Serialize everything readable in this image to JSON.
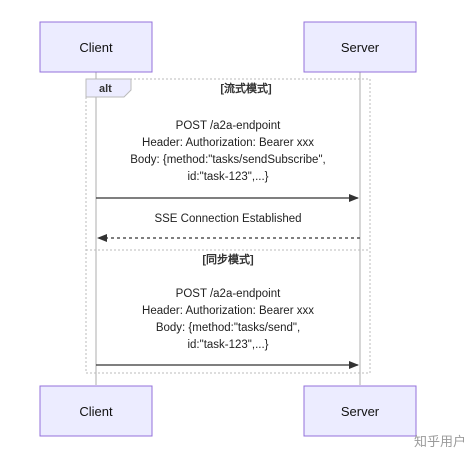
{
  "actors": {
    "client": "Client",
    "server": "Server"
  },
  "alt": {
    "label": "alt",
    "section1_condition": "[流式模式]",
    "section2_condition": "[同步模式]"
  },
  "messages": {
    "m1": {
      "line1": "POST /a2a-endpoint",
      "line2": "Header: Authorization: Bearer xxx",
      "line3": "Body: {method:\"tasks/sendSubscribe\",",
      "line4": "id:\"task-123\",...}"
    },
    "m2": {
      "line1": "SSE Connection Established"
    },
    "m3": {
      "line1": "POST /a2a-endpoint",
      "line2": "Header: Authorization: Bearer xxx",
      "line3": "Body: {method:\"tasks/send\",",
      "line4": "id:\"task-123\",...}"
    }
  },
  "watermark": "知乎用户",
  "colors": {
    "actor_fill": "#ECECFF",
    "actor_border": "#9370DB"
  }
}
